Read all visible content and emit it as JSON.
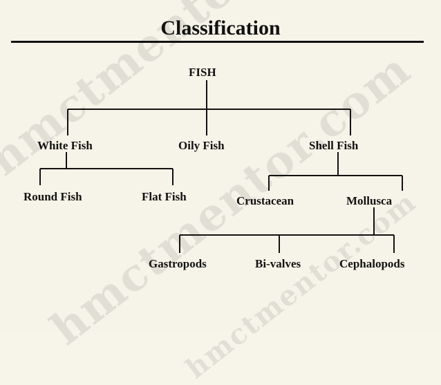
{
  "watermark": "hmctmentor.com",
  "title": "Classification",
  "nodes": {
    "fish": "FISH",
    "white_fish": "White Fish",
    "oily_fish": "Oily Fish",
    "shell_fish": "Shell Fish",
    "round_fish": "Round Fish",
    "flat_fish": "Flat Fish",
    "crustacean": "Crustacean",
    "mollusca": "Mollusca",
    "gastropods": "Gastropods",
    "bivalves": "Bi-valves",
    "cephalopods": "Cephalopods"
  }
}
